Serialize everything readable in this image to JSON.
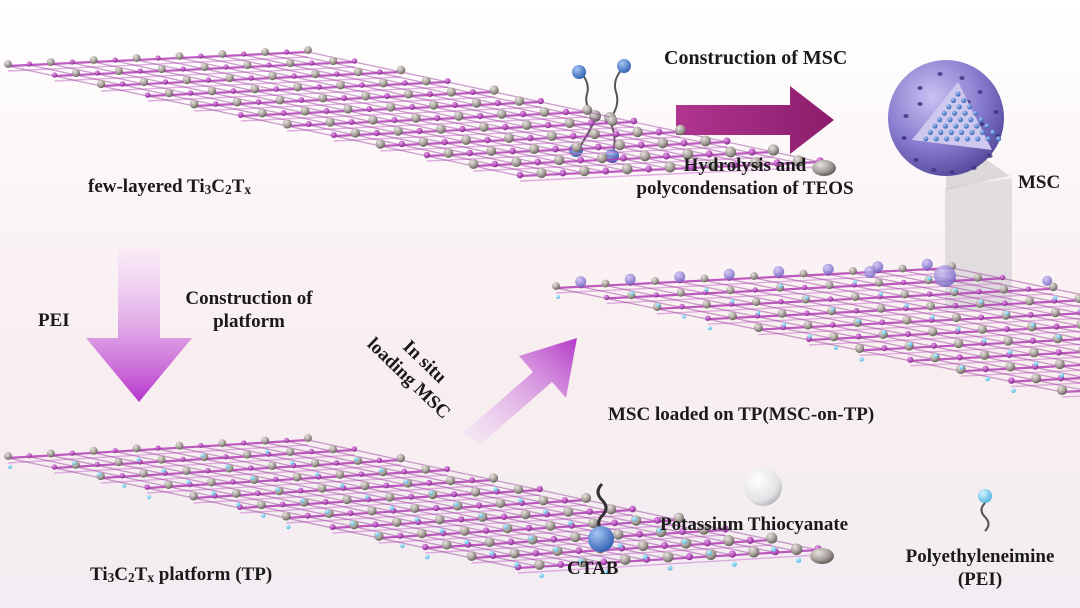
{
  "labels": {
    "few_layered_pre": "few-layered Ti",
    "few_layered_s1": "3",
    "few_layered_mid": "C",
    "few_layered_s2": "2",
    "few_layered_mid2": "T",
    "few_layered_s3": "x",
    "construction_msc": "Construction of MSC",
    "hydrolysis_line1": "Hydrolysis and",
    "hydrolysis_line2": "polycondensation of TEOS",
    "msc": "MSC",
    "pei": "PEI",
    "construction_platform_line1": "Construction of",
    "construction_platform_line2": "platform",
    "in_situ_line1": "In situ",
    "in_situ_line2": "loading MSC",
    "msc_loaded": "MSC loaded on TP(MSC-on-TP)",
    "tp_pre": "Ti",
    "tp_s1": "3",
    "tp_mid": "C",
    "tp_s2": "2",
    "tp_mid2": "T",
    "tp_s3": "x",
    "tp_post": " platform (TP)"
  },
  "legend": {
    "ctab": "CTAB",
    "potassium": "Potassium Thiocyanate",
    "pei_line1": "Polyethyleneimine",
    "pei_line2": "(PEI)"
  },
  "colors": {
    "magenta": "#b43db8",
    "grey_atom": "#a59e99",
    "blue_atom": "#4f86d8",
    "arrow_purple": "#c74fdb",
    "sphere": "#7f73c9"
  }
}
